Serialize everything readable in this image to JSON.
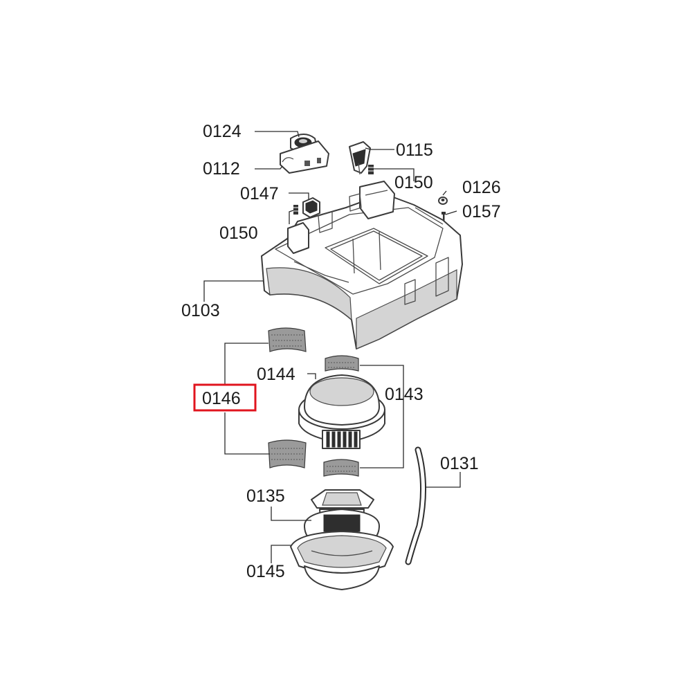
{
  "diagram": {
    "highlight_color": "#e0141e",
    "highlighted_part": "0146",
    "parts": {
      "p0124": "0124",
      "p0112": "0112",
      "p0115": "0115",
      "p0150a": "0150",
      "p0126": "0126",
      "p0147": "0147",
      "p0157": "0157",
      "p0150b": "0150",
      "p0103": "0103",
      "p0144": "0144",
      "p0143": "0143",
      "p0146": "0146",
      "p0131": "0131",
      "p0135": "0135",
      "p0145": "0145"
    }
  }
}
